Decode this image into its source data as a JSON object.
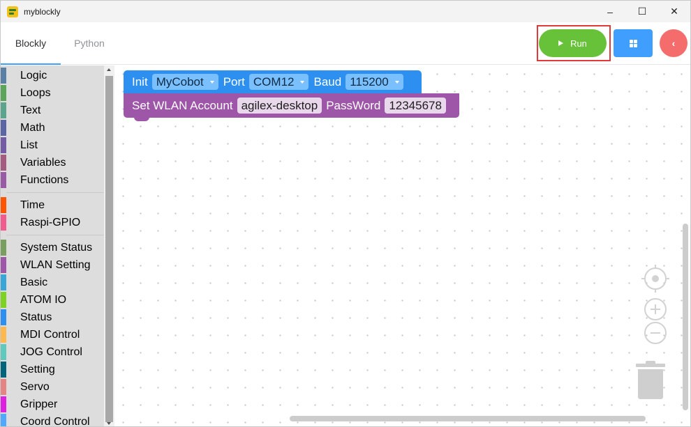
{
  "window": {
    "title": "myblockly",
    "controls": {
      "minimize": "–",
      "maximize": "☐",
      "close": "✕"
    }
  },
  "tabs": [
    {
      "label": "Blockly",
      "active": true
    },
    {
      "label": "Python",
      "active": false
    }
  ],
  "toolbar": {
    "run_label": "Run",
    "back_glyph": "‹"
  },
  "toolbox": {
    "groups": [
      [
        {
          "label": "Logic",
          "color": "#5b80a5"
        },
        {
          "label": "Loops",
          "color": "#5ba55b"
        },
        {
          "label": "Text",
          "color": "#5ba58c"
        },
        {
          "label": "Math",
          "color": "#5b67a5"
        },
        {
          "label": "List",
          "color": "#745ba5"
        },
        {
          "label": "Variables",
          "color": "#a55b80"
        },
        {
          "label": "Functions",
          "color": "#995ba5"
        }
      ],
      [
        {
          "label": "Time",
          "color": "#ff5500"
        },
        {
          "label": "Raspi-GPIO",
          "color": "#f05c8e"
        }
      ],
      [
        {
          "label": "System Status",
          "color": "#7a9e5e"
        },
        {
          "label": "WLAN Setting",
          "color": "#9e56a8"
        },
        {
          "label": "Basic",
          "color": "#38a6d8"
        },
        {
          "label": "ATOM IO",
          "color": "#7ed321"
        },
        {
          "label": "Status",
          "color": "#2d8ff0"
        },
        {
          "label": "MDI Control",
          "color": "#ffb84d"
        },
        {
          "label": "JOG Control",
          "color": "#5fc9bd"
        },
        {
          "label": "Setting",
          "color": "#00657a"
        },
        {
          "label": "Servo",
          "color": "#e58484"
        },
        {
          "label": "Gripper",
          "color": "#e020e0"
        },
        {
          "label": "Coord Control",
          "color": "#50a8ff"
        }
      ]
    ]
  },
  "blocks": {
    "init": {
      "label_init": "Init",
      "robot": "MyCobot",
      "label_port": "Port",
      "port": "COM12",
      "label_baud": "Baud",
      "baud": "115200"
    },
    "wlan": {
      "label_set": "Set WLAN Account",
      "account": "agilex-desktop",
      "label_password": "PassWord",
      "password": "12345678"
    }
  },
  "colors": {
    "accent": "#409eff",
    "run": "#67c23a",
    "back": "#f56c6c",
    "init_block": "#2d8ff0",
    "wlan_block": "#9e56a8"
  }
}
